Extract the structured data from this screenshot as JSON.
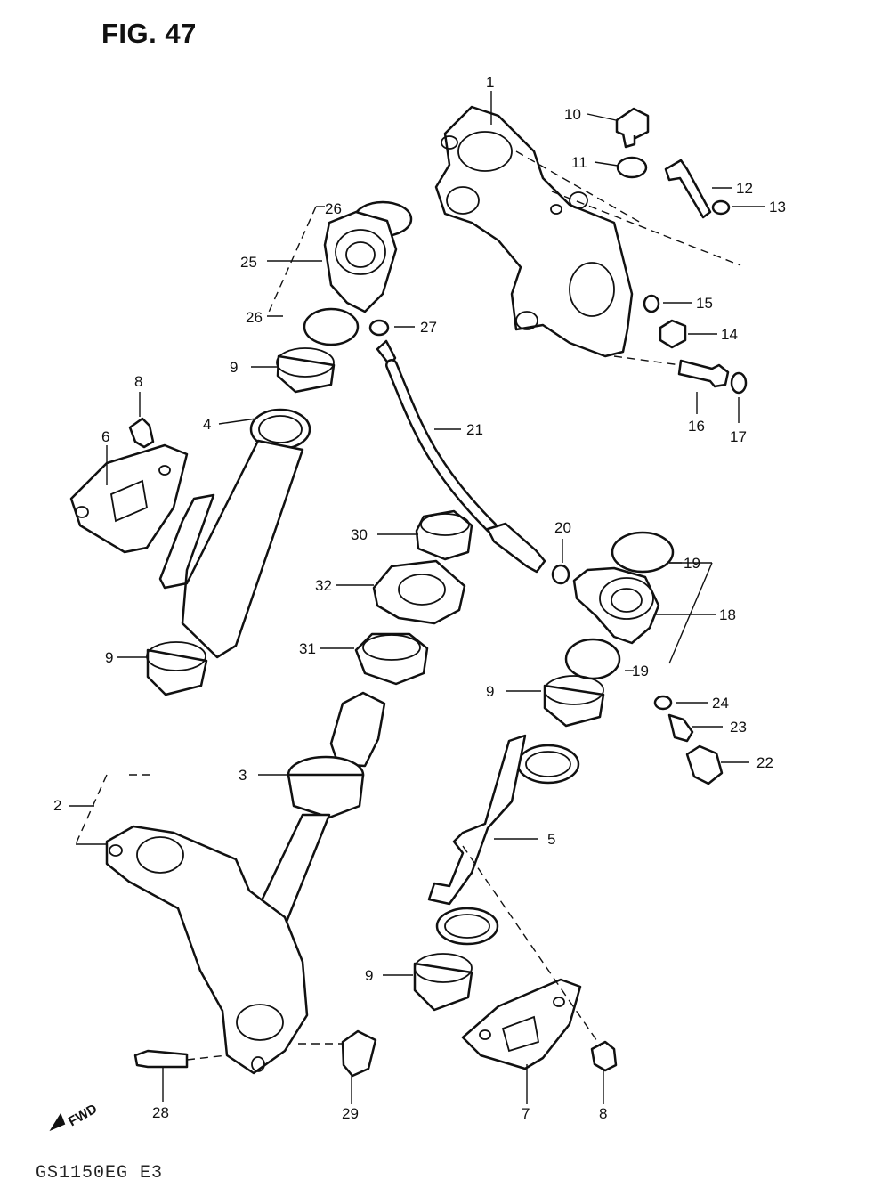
{
  "figure": {
    "title": "FIG. 47",
    "model_code": "GS1150EG E3",
    "direction_mark": "FWD"
  },
  "callouts": [
    {
      "id": "c1",
      "label": "1"
    },
    {
      "id": "c2",
      "label": "2"
    },
    {
      "id": "c3",
      "label": "3"
    },
    {
      "id": "c4",
      "label": "4"
    },
    {
      "id": "c5",
      "label": "5"
    },
    {
      "id": "c6",
      "label": "6"
    },
    {
      "id": "c7",
      "label": "7"
    },
    {
      "id": "c8a",
      "label": "8"
    },
    {
      "id": "c8b",
      "label": "8"
    },
    {
      "id": "c9a",
      "label": "9"
    },
    {
      "id": "c9b",
      "label": "9"
    },
    {
      "id": "c9c",
      "label": "9"
    },
    {
      "id": "c9d",
      "label": "9"
    },
    {
      "id": "c10",
      "label": "10"
    },
    {
      "id": "c11",
      "label": "11"
    },
    {
      "id": "c12",
      "label": "12"
    },
    {
      "id": "c13",
      "label": "13"
    },
    {
      "id": "c14",
      "label": "14"
    },
    {
      "id": "c15",
      "label": "15"
    },
    {
      "id": "c16",
      "label": "16"
    },
    {
      "id": "c17",
      "label": "17"
    },
    {
      "id": "c18",
      "label": "18"
    },
    {
      "id": "c19a",
      "label": "19"
    },
    {
      "id": "c19b",
      "label": "19"
    },
    {
      "id": "c20",
      "label": "20"
    },
    {
      "id": "c21",
      "label": "21"
    },
    {
      "id": "c22",
      "label": "22"
    },
    {
      "id": "c23",
      "label": "23"
    },
    {
      "id": "c24",
      "label": "24"
    },
    {
      "id": "c25",
      "label": "25"
    },
    {
      "id": "c26a",
      "label": "26"
    },
    {
      "id": "c26b",
      "label": "26"
    },
    {
      "id": "c27",
      "label": "27"
    },
    {
      "id": "c28",
      "label": "28"
    },
    {
      "id": "c29",
      "label": "29"
    },
    {
      "id": "c30",
      "label": "30"
    },
    {
      "id": "c31",
      "label": "31"
    },
    {
      "id": "c32",
      "label": "32"
    }
  ]
}
